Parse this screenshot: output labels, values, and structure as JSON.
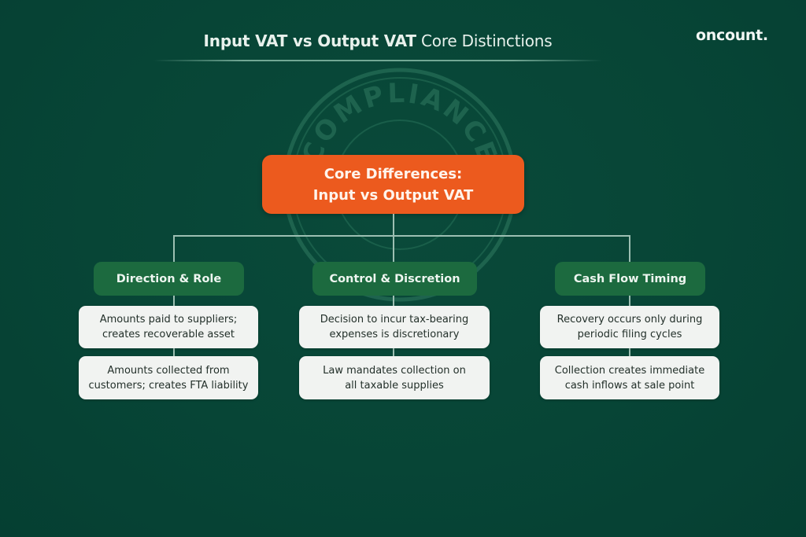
{
  "header": {
    "title_bold": "Input VAT vs Output VAT",
    "title_light": "Core Distinctions"
  },
  "brand": {
    "logo_text": "oncount."
  },
  "watermark": {
    "text": "COMPLIANCE",
    "icon": "compliance-stamp-icon"
  },
  "root_node": {
    "line1": "Core Differences:",
    "line2": "Input vs Output VAT"
  },
  "categories": [
    {
      "label": "Direction & Role",
      "cards": [
        {
          "line1": "Amounts paid to suppliers;",
          "line2": "creates recoverable asset"
        },
        {
          "line1": "Amounts collected from",
          "line2": "customers; creates FTA liability"
        }
      ]
    },
    {
      "label": "Control & Discretion",
      "cards": [
        {
          "line1": "Decision to incur tax-bearing",
          "line2": "expenses is discretionary"
        },
        {
          "line1": "Law mandates collection on",
          "line2": "all taxable supplies"
        }
      ]
    },
    {
      "label": "Cash Flow Timing",
      "cards": [
        {
          "line1": "Recovery occurs only during",
          "line2": "periodic filing cycles"
        },
        {
          "line1": "Collection creates immediate",
          "line2": "cash inflows at sale point"
        }
      ]
    }
  ],
  "colors": {
    "background": "#074536",
    "root_fill": "#ec5a1e",
    "category_fill": "#1c6a3f",
    "card_fill": "#f1f3f1",
    "connector": "#9cbfb2"
  }
}
